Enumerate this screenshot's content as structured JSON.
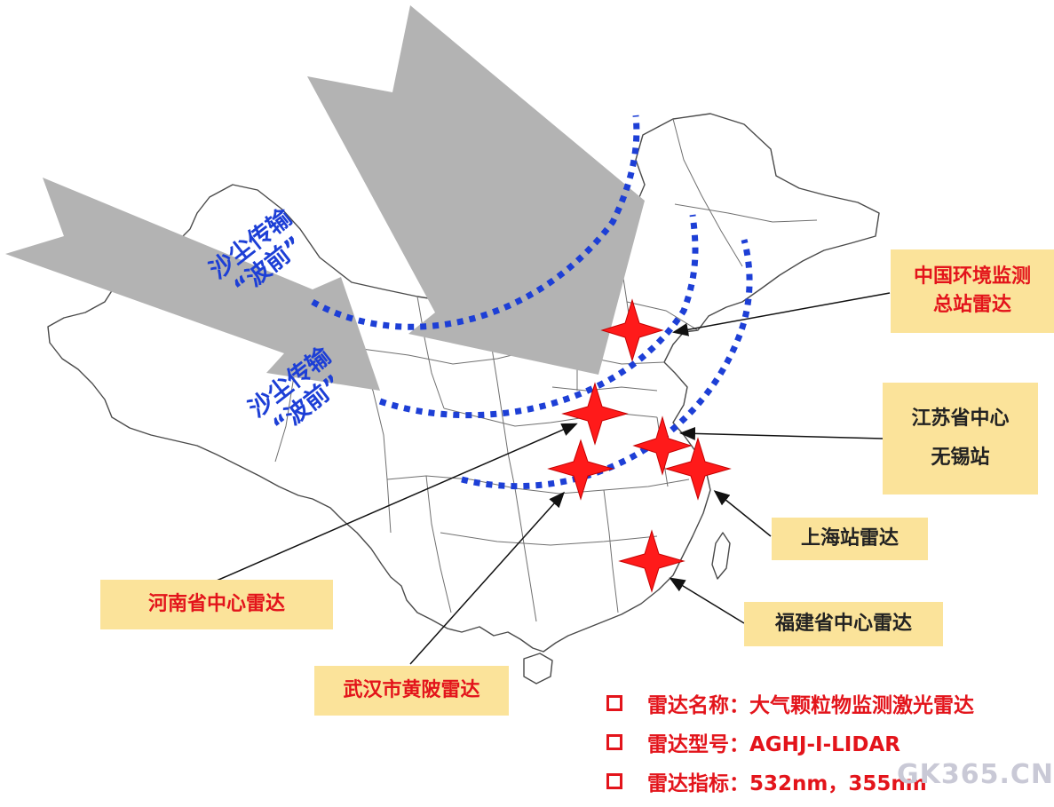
{
  "stations": [
    {
      "id": "cnemc",
      "lines": [
        "中国环境监测",
        "总站雷达"
      ],
      "color": "#e3141b"
    },
    {
      "id": "jiangsu",
      "lines": [
        "江苏省中心",
        "无锡站"
      ],
      "color": "#222222"
    },
    {
      "id": "shanghai",
      "lines": [
        "上海站雷达"
      ],
      "color": "#222222"
    },
    {
      "id": "fujian",
      "lines": [
        "福建省中心雷达"
      ],
      "color": "#222222"
    },
    {
      "id": "henan",
      "lines": [
        "河南省中心雷达"
      ],
      "color": "#e3141b"
    },
    {
      "id": "wuhan",
      "lines": [
        "武汉市黄陂雷达"
      ],
      "color": "#e3141b"
    }
  ],
  "wavefronts": [
    {
      "line1": "沙尘传输",
      "line2": "“波前”"
    },
    {
      "line1": "沙尘传输",
      "line2": "“波前”"
    }
  ],
  "info": [
    "雷达名称：大气颗粒物监测激光雷达",
    "雷达型号：AGHJ-I-LIDAR",
    "雷达指标：532nm，355nm"
  ],
  "watermark": "GK365.CN",
  "colors": {
    "marker": "#ff1a1a",
    "wavefront": "#1d3fd6",
    "arrow": "#b3b3b3",
    "label_bg": "#fbe39a",
    "map_outline": "#444444"
  }
}
